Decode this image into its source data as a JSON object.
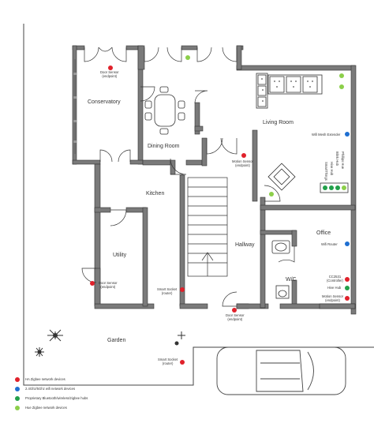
{
  "rooms": {
    "conservatory": "Conservatory",
    "dining_room": "Dining Room",
    "living_room": "Living Room",
    "kitchen": "Kitchen",
    "utility": "Utility",
    "hallway": "Hallway",
    "office": "Office",
    "wc": "W/C",
    "garden": "Garden"
  },
  "devices": {
    "door_sensor_conservatory": [
      "Door Sensor",
      "(endpoint)"
    ],
    "motion_sensor_hall": [
      "Motion Sensor",
      "(endpoint)"
    ],
    "wifi_mesh_extender": "Wifi Mesh Extender",
    "hubs_vertical": [
      "SmartThings",
      "Hive Hub",
      "Blink Hub",
      "Phillips Hue"
    ],
    "wifi_router": "Wifi Router",
    "cc2531": [
      "CC2531",
      "(Controller)"
    ],
    "hive_hub": "Hive Hub",
    "motion_sensor_office": [
      "Motion Sensor",
      "(endpoint)"
    ],
    "door_sensor_utility": [
      "Door Sensor",
      "(endpoint)"
    ],
    "smart_socket_kitchen": [
      "Smart Socket",
      "(router)"
    ],
    "door_sensor_front": [
      "Door Sensor",
      "(endpoint)"
    ],
    "smart_socket_garden": [
      "Smart Socket",
      "(router)"
    ]
  },
  "legend": [
    {
      "color": "#e0212b",
      "label": "HA Zigbee network devices"
    },
    {
      "color": "#1f6fd1",
      "label": "2.4Ghz/5Ghz wifi network devices"
    },
    {
      "color": "#22a04a",
      "label": "Proprietary Bluetooth/wireless/zigbee hubs"
    },
    {
      "color": "#8ccf4a",
      "label": "Hue Zigbee network devices"
    }
  ],
  "colors": {
    "zigbee": "#e0212b",
    "wifi": "#1f6fd1",
    "hubs": "#22a04a",
    "hue": "#8ccf4a",
    "wall": "#7a7a7a"
  }
}
